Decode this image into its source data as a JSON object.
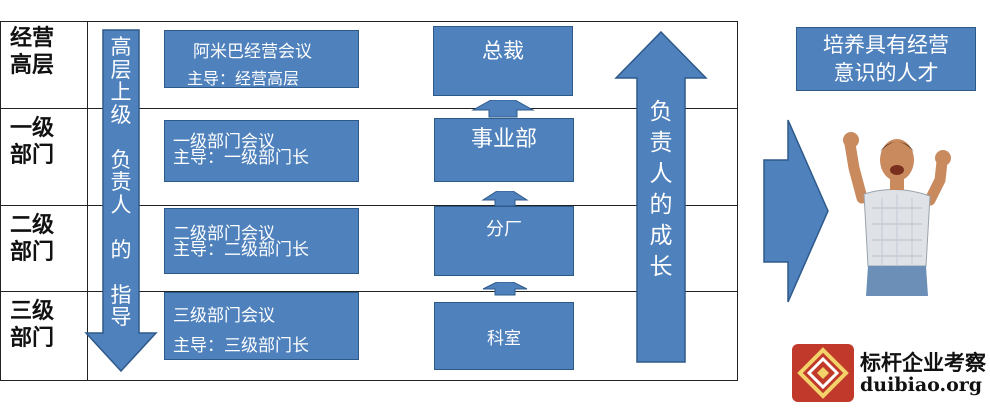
{
  "levels": [
    {
      "line1": "经营",
      "line2": "高层"
    },
    {
      "line1": "一级",
      "line2": "部门"
    },
    {
      "line1": "二级",
      "line2": "部门"
    },
    {
      "line1": "三级",
      "line2": "部门"
    }
  ],
  "guidance_arrow": {
    "text": "高\n层\n上\n级\n\n负\n责\n人\n\n的\n\n指\n导"
  },
  "meetings": [
    {
      "name": "阿米巴经营会议",
      "lead": "主导：经营高层"
    },
    {
      "name": "一级部门会议",
      "lead": "主导：一级部门长"
    },
    {
      "name": "二级部门会议",
      "lead": "主导：二级部门长"
    },
    {
      "name": "三级部门会议",
      "lead": "主导：三级部门长"
    }
  ],
  "org_units": [
    "总裁",
    "事业部",
    "分厂",
    "科室"
  ],
  "growth_arrow": {
    "text": "负\n责\n人\n的\n成\n长"
  },
  "talent_box": {
    "line1": "培养具有经营",
    "line2": "意识的人才"
  },
  "logo": {
    "name": "标杆企业考察",
    "url": "duibiao.org"
  },
  "colors": {
    "box": "#4f81bd",
    "border": "#2e5a8a",
    "logo_red": "#c0392b"
  }
}
